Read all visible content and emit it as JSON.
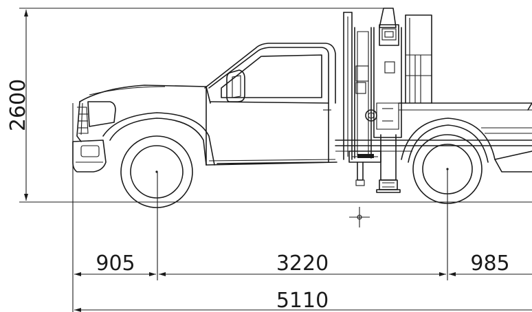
{
  "dimensions": {
    "height": "2600",
    "front_overhang": "905",
    "wheelbase": "3220",
    "rear_overhang": "985",
    "overall_length": "5110"
  }
}
